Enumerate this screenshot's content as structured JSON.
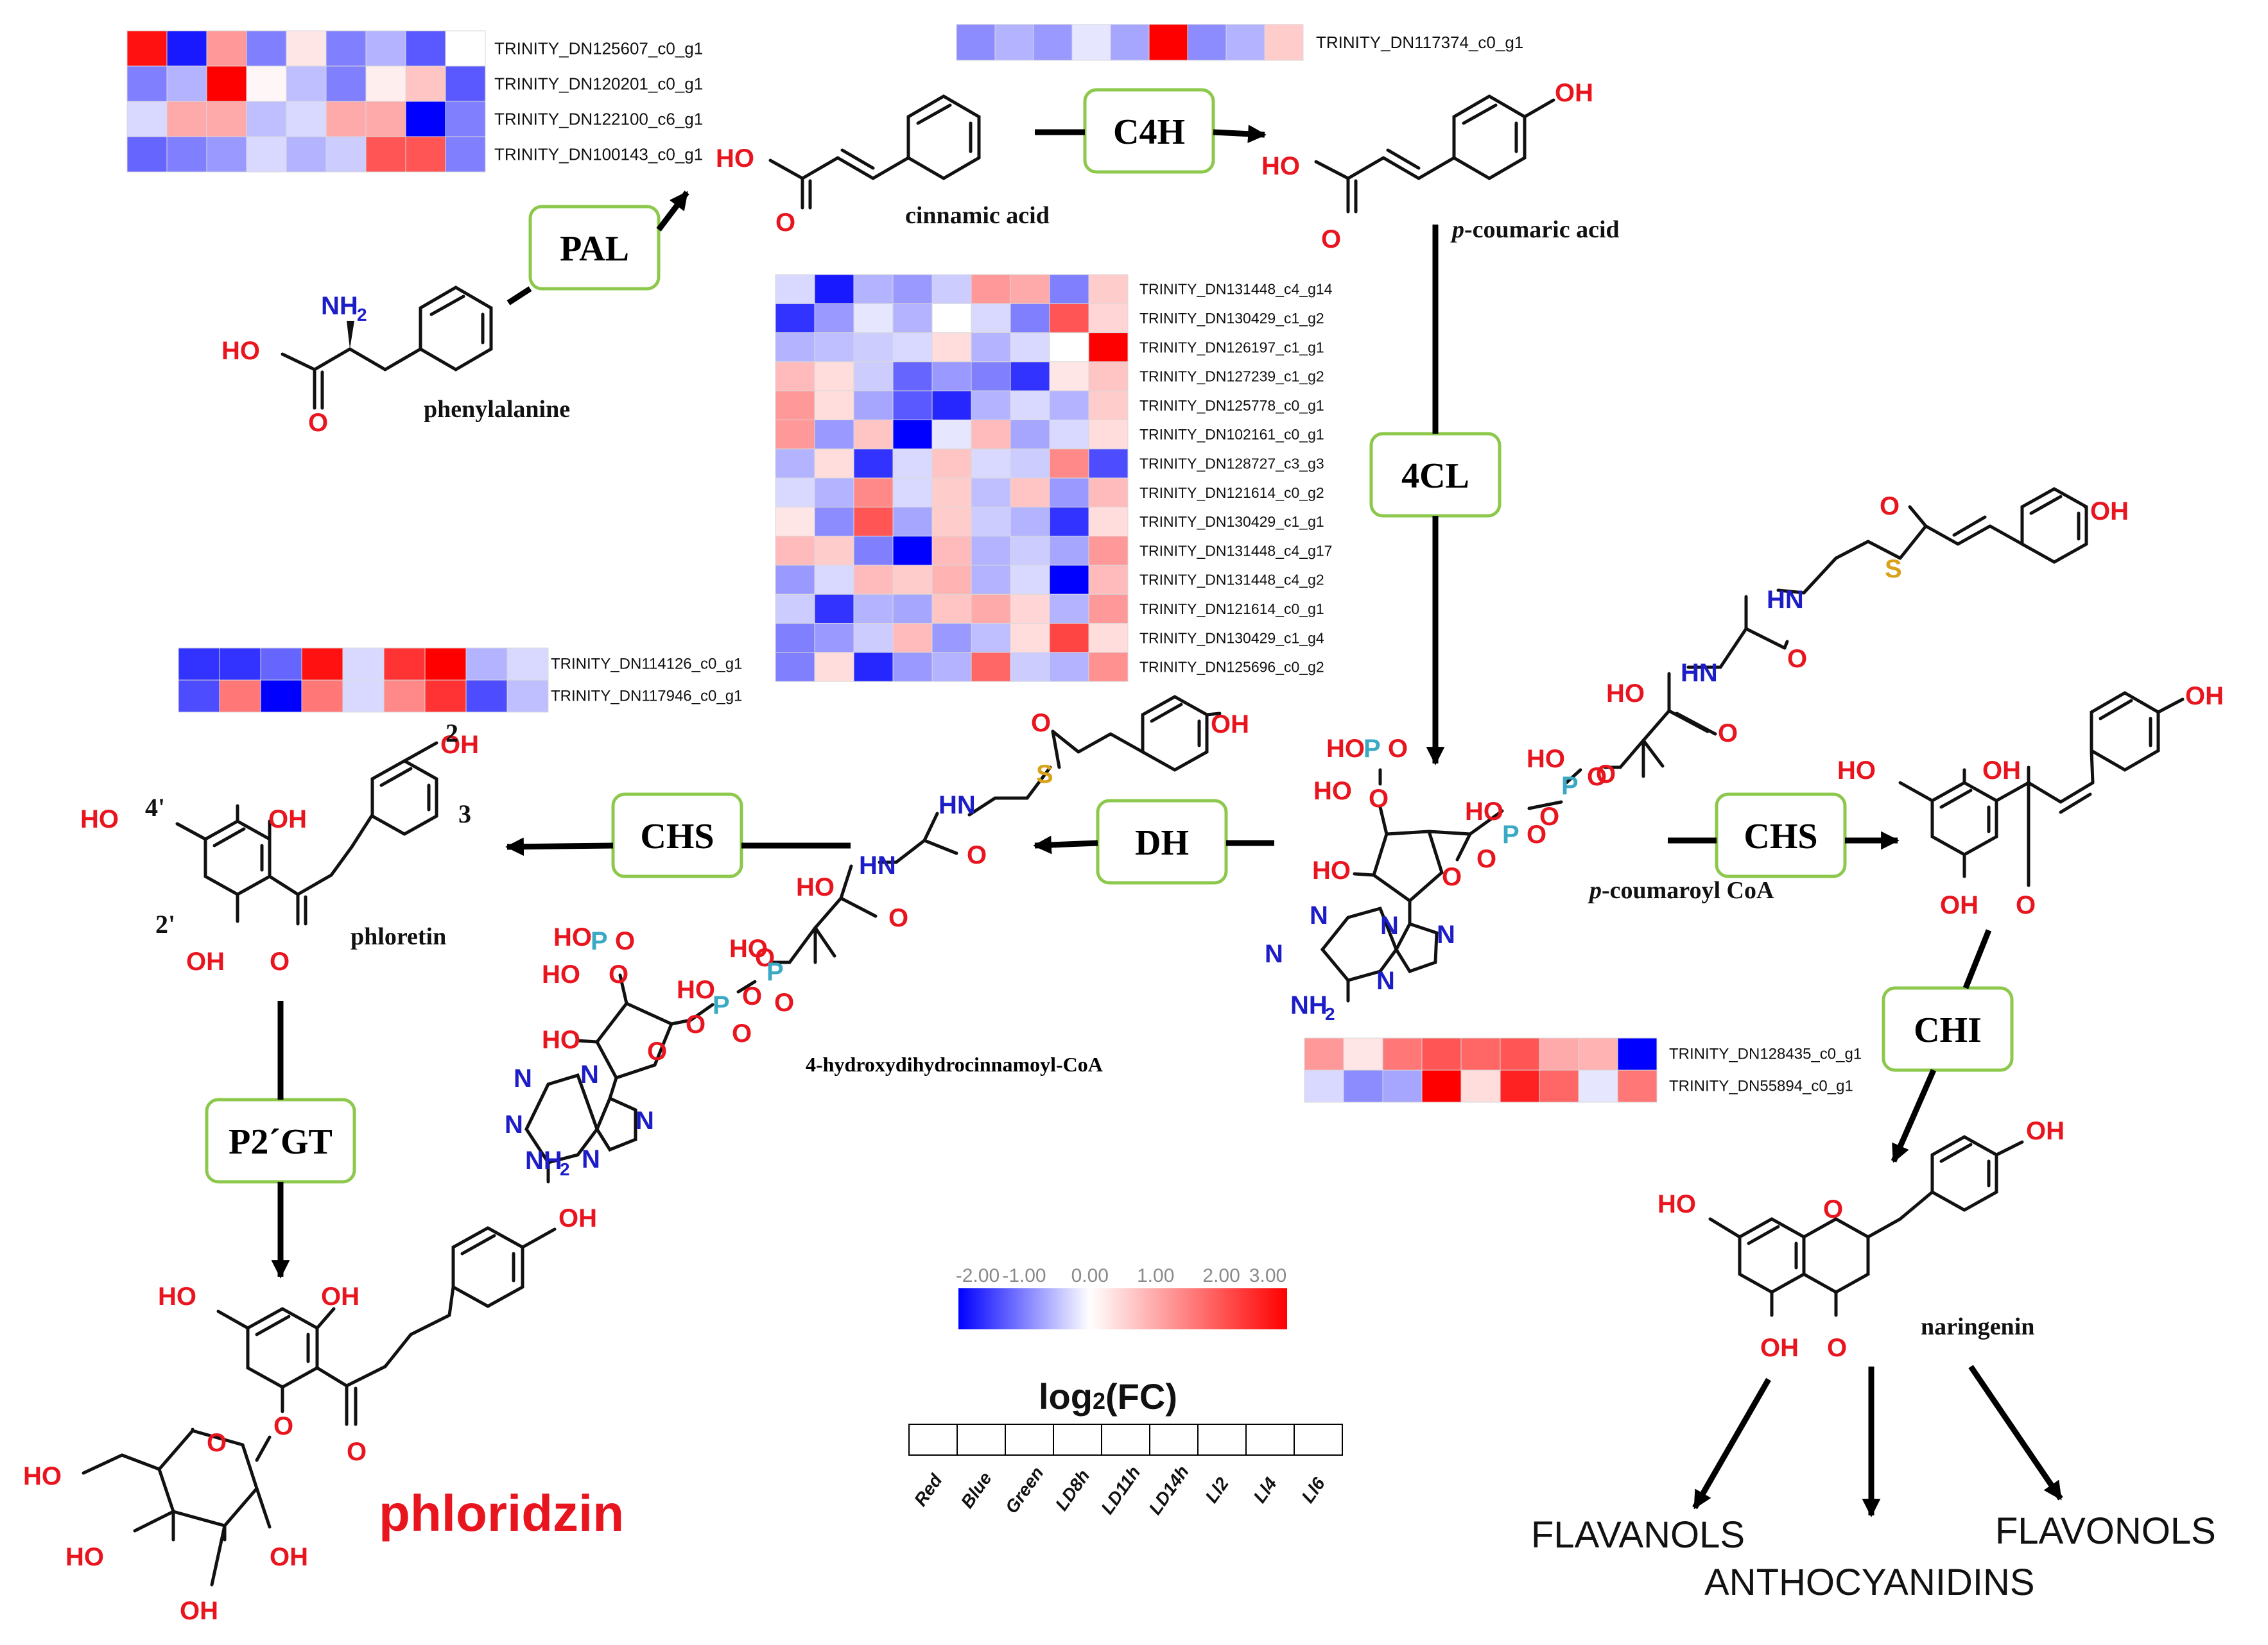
{
  "colors": {
    "enzyme_border": "#8cc84b",
    "heat_low": "#0000ff",
    "heat_mid": "#ffffff",
    "heat_high": "#ff0000",
    "heteroatom_O": "#e8141e",
    "heteroatom_N": "#1d1dc8",
    "heteroatom_P": "#3aa9c4",
    "heteroatom_S": "#d9a21a",
    "product_title": "#e8141e"
  },
  "enzymes": {
    "pal": "PAL",
    "c4h": "C4H",
    "cl4": "4CL",
    "chs_left": "CHS",
    "dh": "DH",
    "chs_right": "CHS",
    "chi": "CHI",
    "p2gt": "P2´GT"
  },
  "compounds": {
    "phenylalanine": "phenylalanine",
    "cinnamic": "cinnamic acid",
    "pcoumaric_p": "p",
    "pcoumaric_rest": "-coumaric acid",
    "coumaroylcoa_p": "p",
    "coumaroylcoa_rest": "-coumaroyl CoA",
    "hydroxydihydro": "4-hydroxydihydrocinnamoyl-CoA",
    "phloretin": "phloretin",
    "naringenin": "naringenin",
    "phloridzin": "phloridzin"
  },
  "products": {
    "flavanols": "FLAVANOLS",
    "anthocyanidins": "ANTHOCYANIDINS",
    "flavonols": "FLAVONOLS"
  },
  "atoms": {
    "oh": "OH",
    "ho": "HO",
    "o": "O",
    "n": "N",
    "s": "S",
    "p": "P",
    "hn": "HN",
    "nh2": "NH",
    "sub2": "2"
  },
  "phloretin_positions": {
    "pos2": "2",
    "pos3": "3",
    "pos4p": "4'",
    "pos2p": "2'"
  },
  "legend": {
    "ticks": [
      "-2.00",
      "-1.00",
      "0.00",
      "1.00",
      "2.00",
      "3.00"
    ],
    "range": [
      -2.0,
      3.0
    ],
    "title_main": "log",
    "title_sub": "2",
    "title_end": "(FC)",
    "samples": [
      "Red",
      "Blue",
      "Green",
      "LD8h",
      "LD11h",
      "LD14h",
      "Ll2",
      "Ll4",
      "Ll6"
    ]
  },
  "heatmaps": {
    "pal": {
      "genes": [
        "TRINITY_DN125607_c0_g1",
        "TRINITY_DN120201_c0_g1",
        "TRINITY_DN122100_c6_g1",
        "TRINITY_DN100143_c0_g1"
      ],
      "values": [
        [
          2.8,
          -1.8,
          1.2,
          -1.0,
          0.3,
          -1.0,
          -0.6,
          -1.3,
          0.0
        ],
        [
          -1.0,
          -0.6,
          3.0,
          0.1,
          -0.5,
          -1.0,
          0.2,
          0.7,
          -1.3
        ],
        [
          -0.3,
          1.0,
          1.0,
          -0.5,
          -0.3,
          1.0,
          1.0,
          -2.0,
          -1.0
        ],
        [
          -1.2,
          -1.0,
          -0.8,
          -0.3,
          -0.6,
          -0.4,
          2.0,
          2.0,
          -1.0
        ]
      ]
    },
    "c4h": {
      "genes": [
        "TRINITY_DN117374_c0_g1"
      ],
      "values": [
        [
          -0.9,
          -0.6,
          -0.8,
          -0.2,
          -0.7,
          3.0,
          -0.9,
          -0.6,
          0.6
        ]
      ]
    },
    "cl4": {
      "genes": [
        "TRINITY_DN131448_c4_g14",
        "TRINITY_DN130429_c1_g2",
        "TRINITY_DN126197_c1_g1",
        "TRINITY_DN127239_c1_g2",
        "TRINITY_DN125778_c0_g1",
        "TRINITY_DN102161_c0_g1",
        "TRINITY_DN128727_c3_g3",
        "TRINITY_DN121614_c0_g2",
        "TRINITY_DN130429_c1_g1",
        "TRINITY_DN131448_c4_g17",
        "TRINITY_DN131448_c4_g2",
        "TRINITY_DN121614_c0_g1",
        "TRINITY_DN130429_c1_g4",
        "TRINITY_DN125696_c0_g2"
      ],
      "values": [
        [
          -0.3,
          -1.8,
          -0.6,
          -0.8,
          -0.4,
          1.2,
          1.0,
          -1.0,
          0.6
        ],
        [
          -1.6,
          -0.8,
          -0.2,
          -0.6,
          0.0,
          -0.3,
          -1.0,
          2.0,
          0.5
        ],
        [
          -0.6,
          -0.5,
          -0.4,
          -0.3,
          0.4,
          -0.6,
          -0.3,
          0.0,
          3.0
        ],
        [
          0.8,
          0.4,
          -0.4,
          -1.2,
          -0.8,
          -1.0,
          -1.6,
          0.3,
          0.7
        ],
        [
          1.2,
          0.4,
          -0.7,
          -1.3,
          -1.7,
          -0.6,
          -0.3,
          -0.6,
          0.6
        ],
        [
          1.2,
          -0.8,
          0.7,
          -2.0,
          -0.2,
          0.8,
          -0.7,
          -0.3,
          0.4
        ],
        [
          -0.6,
          0.4,
          -1.6,
          -0.3,
          0.7,
          -0.3,
          -0.4,
          1.4,
          -1.4
        ],
        [
          -0.3,
          -0.6,
          1.4,
          -0.3,
          0.6,
          -0.5,
          0.7,
          -0.8,
          0.8
        ],
        [
          0.3,
          -0.9,
          2.0,
          -0.7,
          0.6,
          -0.4,
          -0.6,
          -1.6,
          0.4
        ],
        [
          0.8,
          0.6,
          -1.0,
          -2.0,
          0.8,
          -0.6,
          -0.4,
          -0.7,
          1.2
        ],
        [
          -0.8,
          -0.3,
          0.8,
          0.6,
          0.9,
          -0.6,
          -0.3,
          -2.0,
          0.8
        ],
        [
          -0.4,
          -1.6,
          -0.6,
          -0.7,
          0.7,
          1.0,
          0.5,
          -0.6,
          1.2
        ],
        [
          -1.0,
          -0.8,
          -0.4,
          0.8,
          -0.8,
          -0.5,
          0.4,
          2.2,
          0.4
        ],
        [
          -1.0,
          0.4,
          -1.7,
          -0.8,
          -0.6,
          1.8,
          -0.4,
          -0.6,
          1.3
        ]
      ]
    },
    "chs_left": {
      "genes": [
        "TRINITY_DN114126_c0_g1",
        "TRINITY_DN117946_c0_g1"
      ],
      "values": [
        [
          -1.6,
          -1.6,
          -1.2,
          2.8,
          -0.3,
          2.4,
          3.0,
          -0.6,
          -0.3
        ],
        [
          -1.4,
          1.6,
          -2.0,
          1.6,
          -0.3,
          1.4,
          2.4,
          -1.4,
          -0.5
        ]
      ]
    },
    "chs_right": {
      "genes": [
        "TRINITY_DN128435_c0_g1",
        "TRINITY_DN55894_c0_g1"
      ],
      "values": [
        [
          1.2,
          0.3,
          1.6,
          2.0,
          1.8,
          2.0,
          1.0,
          0.9,
          -2.0
        ],
        [
          -0.3,
          -0.9,
          -0.7,
          3.0,
          0.4,
          2.6,
          1.8,
          -0.2,
          1.6
        ]
      ]
    }
  }
}
